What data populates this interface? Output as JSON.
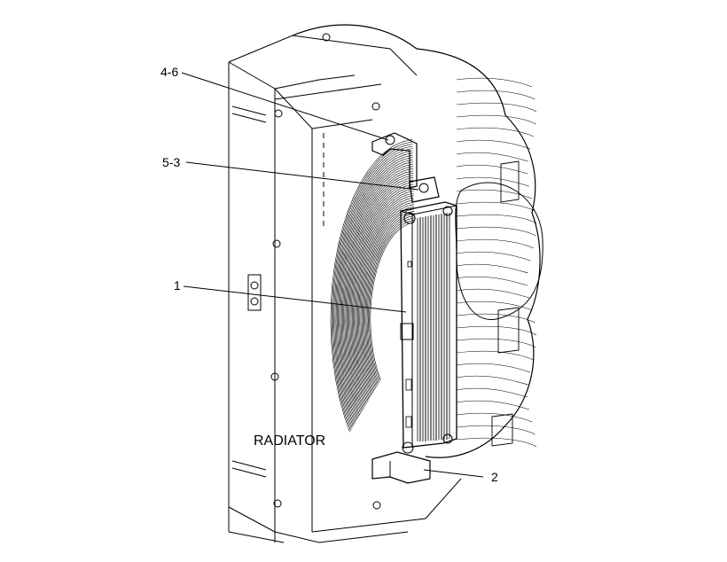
{
  "diagram": {
    "radiator_label": "RADIATOR",
    "callouts": [
      {
        "id": "callout-4-6",
        "label": "4-6"
      },
      {
        "id": "callout-5-3",
        "label": "5-3"
      },
      {
        "id": "callout-1",
        "label": "1"
      },
      {
        "id": "callout-2",
        "label": "2"
      }
    ]
  }
}
